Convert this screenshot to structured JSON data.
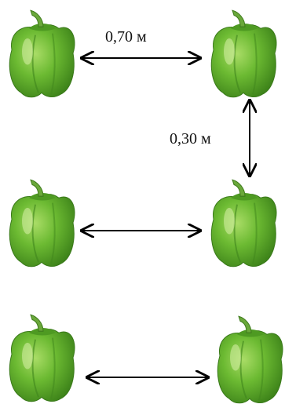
{
  "diagram": {
    "horizontal_spacing_label": "0,70 м",
    "vertical_spacing_label": "0,30 м",
    "plant_icon": "green-bell-pepper",
    "rows": 3,
    "columns": 2
  },
  "colors": {
    "pepper_dark": "#3f8a1c",
    "pepper_mid": "#66b52f",
    "pepper_light": "#9ad35a",
    "stem": "#5a9e2a",
    "arrow": "#000000"
  }
}
